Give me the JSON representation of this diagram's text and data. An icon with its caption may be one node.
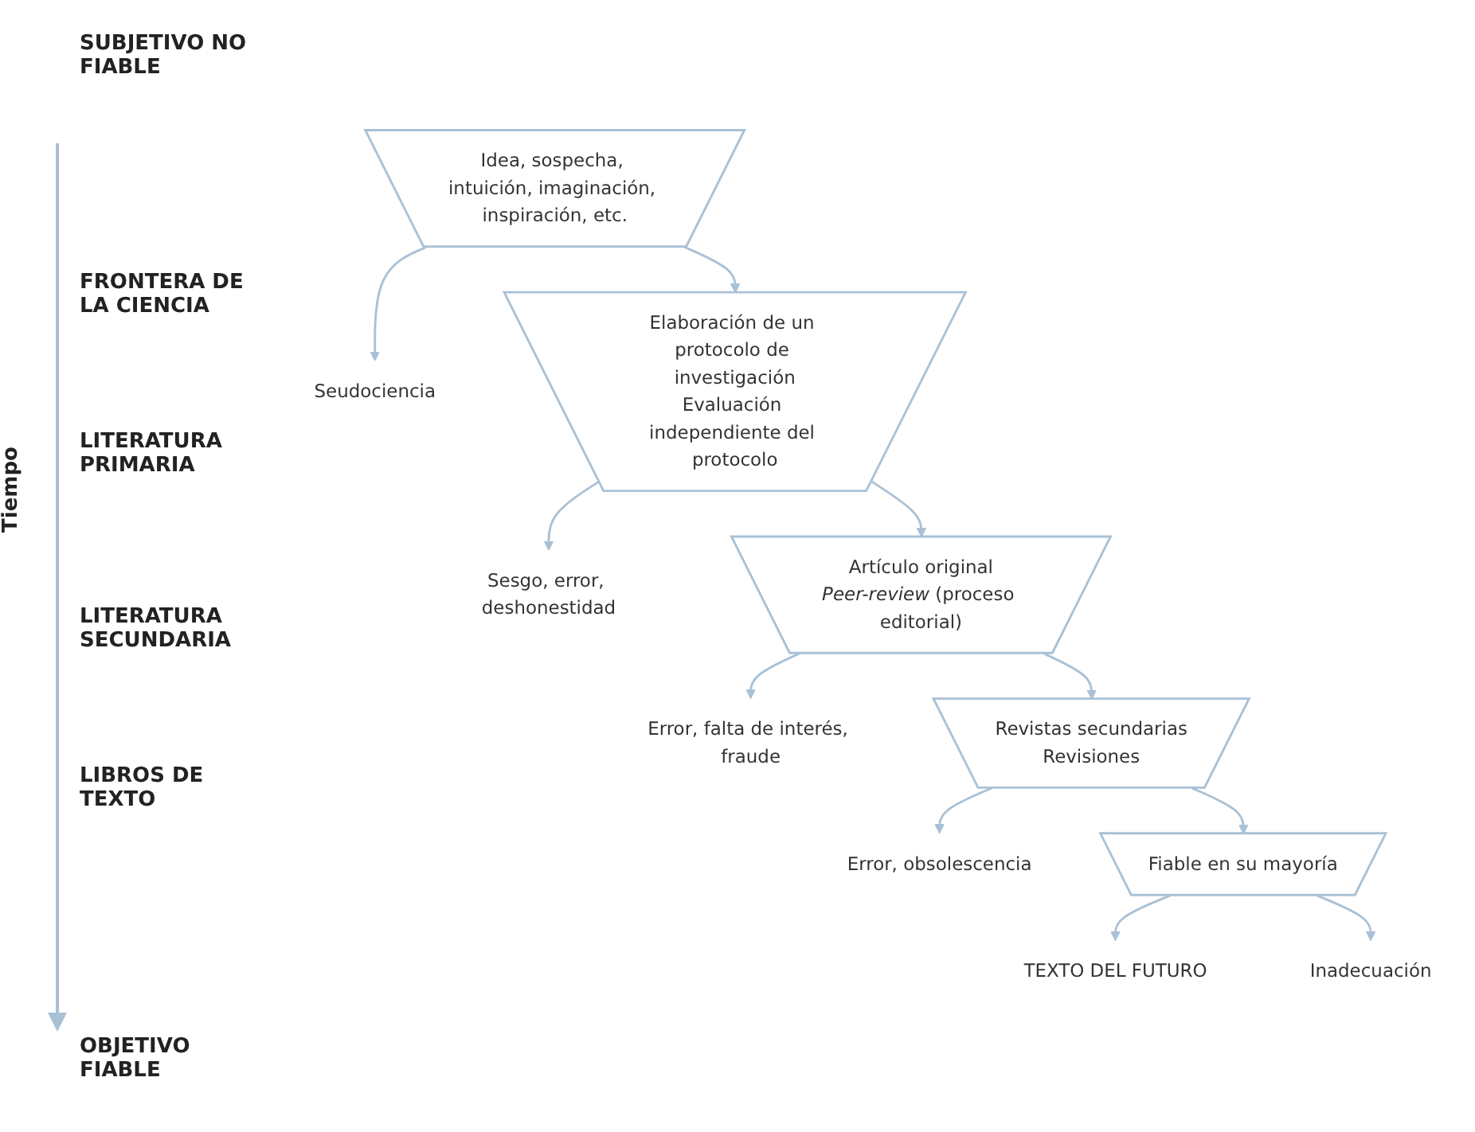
{
  "diagram": {
    "nodes": [
      {
        "text": [
          "Idea, sospecha, intuición, imaginación, inspiración, etc."
        ]
      },
      {
        "text": [
          "Seudociencia"
        ]
      },
      {
        "text": [
          "Elaboración de un protocolo de investigación",
          "Evaluación independiente del protocolo"
        ]
      },
      {
        "text": [
          "Sesgo, error, deshonestidad"
        ]
      },
      {
        "text": [
          "Artículo original",
          "*Peer-review* (proceso editorial)"
        ]
      },
      {
        "text": [
          "Error, falta de interés, fraude"
        ]
      },
      {
        "text": [
          "Revistas secundarias",
          "Revisiones"
        ]
      },
      {
        "text": [
          "Error, obsolescencia"
        ]
      },
      {
        "text": [
          "Fiable en su mayoría"
        ]
      },
      {
        "text": [
          "Inadecuación"
        ]
      },
      {
        "text": [
          "TEXTO DEL FUTURO"
        ]
      }
    ],
    "edges": [
      {
        "from": 0,
        "to": 2,
        "arrow": "to"
      },
      {
        "from": 0,
        "to": 1,
        "arrow": "to"
      },
      {
        "from": 2,
        "to": 4,
        "arrow": "to"
      },
      {
        "from": 2,
        "to": 3,
        "arrow": "to"
      },
      {
        "from": 4,
        "to": 6,
        "arrow": "to"
      },
      {
        "from": 4,
        "to": 5,
        "arrow": "to"
      },
      {
        "from": 6,
        "to": 8,
        "arrow": "to"
      },
      {
        "from": 6,
        "to": 7,
        "arrow": "to"
      },
      {
        "from": 8,
        "to": 10,
        "arrow": "to"
      },
      {
        "from": 8,
        "to": 9,
        "arrow": "to"
      }
    ],
    "labels": [
      "SUBJETIVO NO FIABLE",
      "FRONTERA DE LA CIENCIA",
      "LITERATURA PRIMARIA",
      "LITERATURA SECUNDARIA",
      "LIBROS DE TEXTO",
      "Tiempo",
      "OBJETIVO FIABLE"
    ]
  }
}
